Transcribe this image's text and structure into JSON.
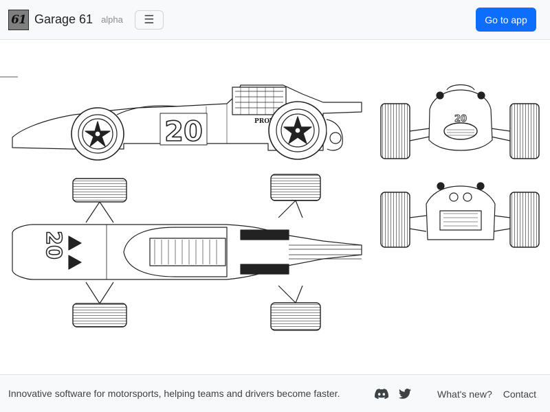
{
  "header": {
    "logo_text": "61",
    "brand_name": "Garage 61",
    "badge": "alpha",
    "menu_icon": "hamburger-icon",
    "cta_label": "Go to app",
    "accent_color": "#0d6efd"
  },
  "hero": {
    "illustration": "race-car-blueprint",
    "car_number": "20",
    "car_lettering": "PROVA"
  },
  "footer": {
    "tagline": "Innovative software for motorsports, helping teams and drivers become faster.",
    "social": [
      "discord-icon",
      "twitter-icon"
    ],
    "links": [
      "What's new?",
      "Contact"
    ]
  }
}
